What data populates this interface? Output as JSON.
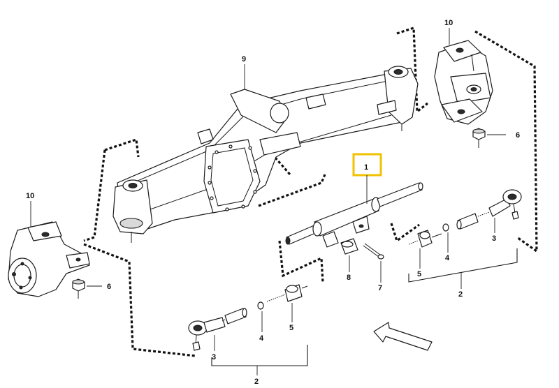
{
  "diagram": {
    "highlight_color": "#f2c200",
    "highlight_fill": "#f6cf2e",
    "labels": {
      "p1": "1",
      "p2_right": "2",
      "p2_bottom": "2",
      "p3_right": "3",
      "p3_bottom": "3",
      "p4_right": "4",
      "p4_bottom": "4",
      "p5_right": "5",
      "p5_bottom": "5",
      "p6_right": "6",
      "p6_left": "6",
      "p7": "7",
      "p8": "8",
      "p9": "9",
      "p10_right": "10",
      "p10_left": "10"
    }
  }
}
